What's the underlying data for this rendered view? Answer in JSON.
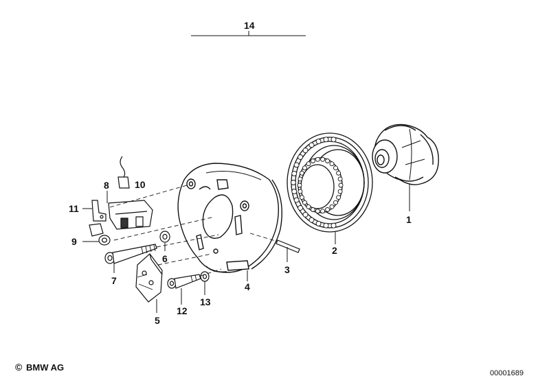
{
  "callouts": {
    "c1": "1",
    "c2": "2",
    "c3": "3",
    "c4": "4",
    "c5": "5",
    "c6": "6",
    "c7": "7",
    "c8": "8",
    "c9": "9",
    "c10": "10",
    "c11": "11",
    "c12": "12",
    "c13": "13",
    "c14": "14"
  },
  "footer": {
    "copyright_symbol": "©",
    "copyright_text": "BMW AG",
    "image_number": "00001689"
  }
}
